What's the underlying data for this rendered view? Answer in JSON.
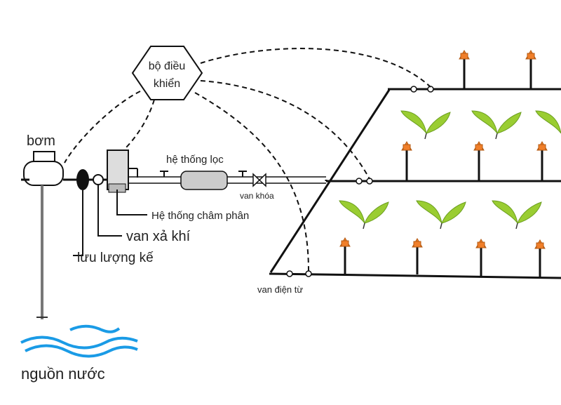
{
  "labels": {
    "controller": [
      "bộ điều",
      "khiển"
    ],
    "pump": "bơm",
    "filter_system": "hệ thống lọc",
    "lock_valve": "van khóa",
    "fertigation_system": "Hệ thống châm phân",
    "air_release_valve": "van xả khí",
    "flow_meter": "lưu lượng kế",
    "solenoid_valve": "van điện từ",
    "water_source": "nguồn nước"
  },
  "colors": {
    "plant": "#9acd32",
    "emitter": "#f07f2a",
    "water": "#1a9be6",
    "ink": "#111111"
  }
}
